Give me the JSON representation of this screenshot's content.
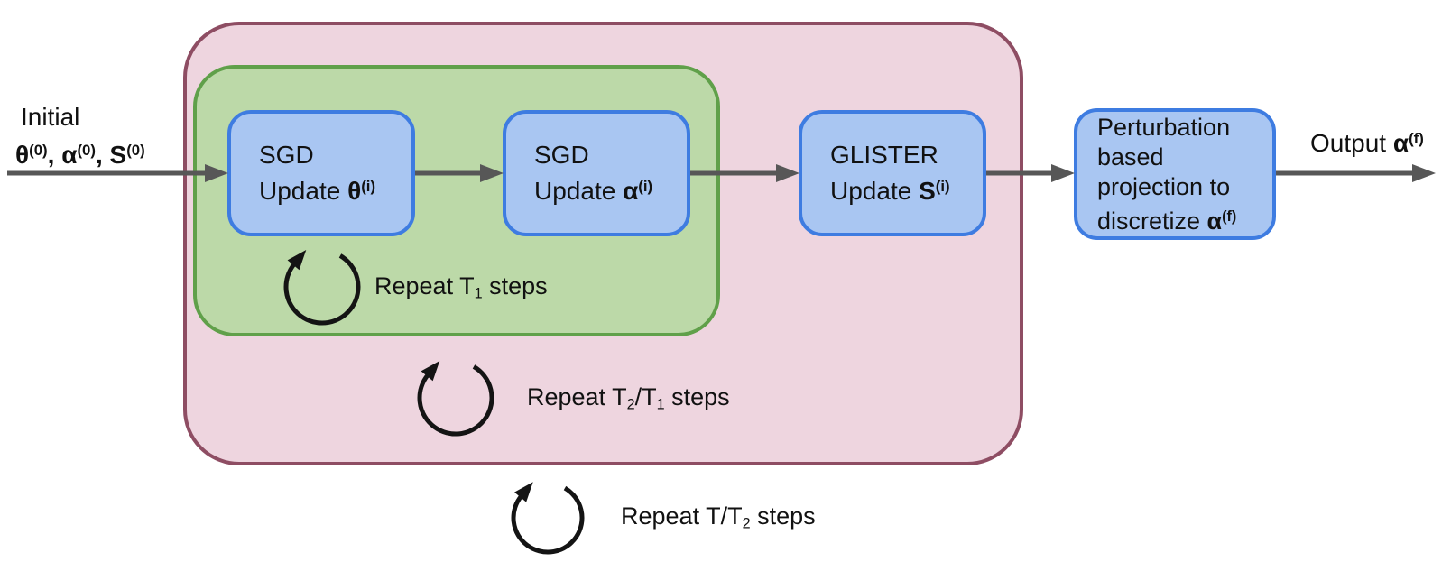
{
  "colors": {
    "background": "#ffffff",
    "outer_fill": "#eed5df",
    "outer_border": "#8e4d63",
    "inner_fill": "#bcd9a8",
    "inner_border": "#60a04a",
    "node_fill": "#a9c6f2",
    "node_border": "#3e7ce1",
    "arrow": "#575757",
    "loop_arrow": "#141414",
    "text": "#111111"
  },
  "initial_label": {
    "title": "Initial",
    "sym1": "θ",
    "sup1": "(0)",
    "sep1": ", ",
    "sym2": "α",
    "sup2": "(0)",
    "sep2": ", ",
    "sym3": "S",
    "sup3": "(0)"
  },
  "output_label": {
    "prefix": "Output ",
    "sym": "α",
    "sup": "(f)"
  },
  "nodes": {
    "sgd_theta": {
      "line1": "SGD",
      "line2_prefix": "Update ",
      "sym": "θ",
      "sup": "(i)"
    },
    "sgd_alpha": {
      "line1": "SGD",
      "line2_prefix": "Update ",
      "sym": "α",
      "sup": "(i)"
    },
    "glister": {
      "line1": "GLISTER",
      "line2_prefix": "Update ",
      "sym": "S",
      "sup": "(i)"
    },
    "projection": {
      "line1": "Perturbation",
      "line2": "based",
      "line3": "projection to",
      "line4_prefix": "discretize ",
      "sym": "α",
      "sup": "(f)"
    }
  },
  "loop_labels": {
    "inner": {
      "pre": "Repeat T",
      "sub1": "1",
      "mid": "",
      "sub2": "",
      "post": " steps"
    },
    "middle": {
      "pre": "Repeat T",
      "sub1": "2",
      "mid": "/T",
      "sub2": "1",
      "post": " steps"
    },
    "outer": {
      "pre": "Repeat T/T",
      "sub1": "2",
      "mid": "",
      "sub2": "",
      "post": " steps"
    }
  }
}
